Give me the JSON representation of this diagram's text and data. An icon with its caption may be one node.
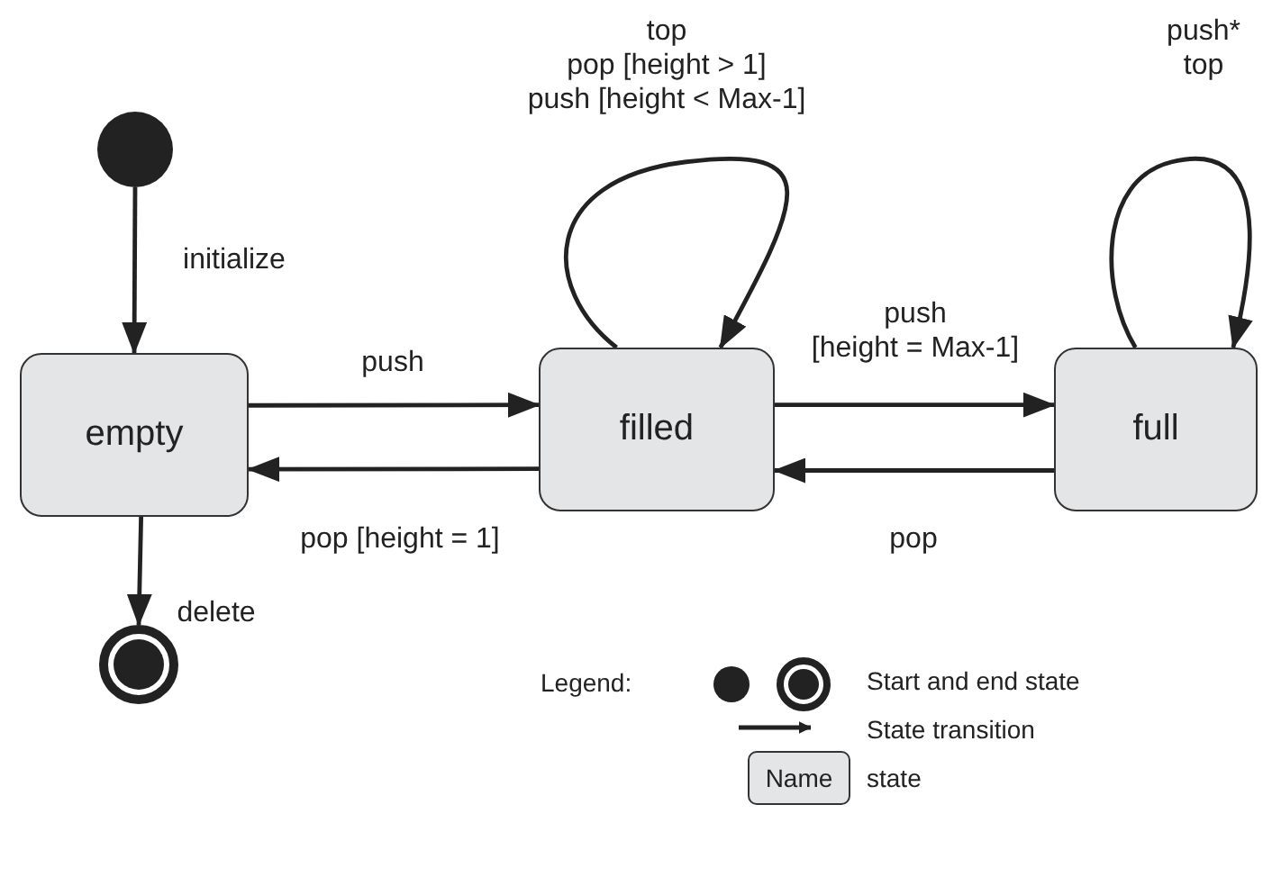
{
  "diagram": {
    "nodes": [
      {
        "text": [],
        "shape": "circle"
      },
      {
        "text": [
          "empty"
        ]
      },
      {
        "text": [
          "filled"
        ]
      },
      {
        "text": [
          "full"
        ]
      },
      {
        "text": [],
        "shape": "circle"
      },
      {
        "text": [
          "Name"
        ]
      }
    ],
    "edges": [
      {
        "from": 0,
        "to": 1,
        "arrow": "to",
        "label": "initialize"
      },
      {
        "from": 1,
        "to": 2,
        "arrow": "to",
        "label": "push"
      },
      {
        "from": 2,
        "to": 1,
        "arrow": "to",
        "label": "pop [height = 1]"
      },
      {
        "from": 2,
        "to": 2,
        "arrow": "to",
        "label": "top pop [height > 1] push [height < Max-1]"
      },
      {
        "from": 2,
        "to": 3,
        "arrow": "to",
        "label": "push [height = Max-1]"
      },
      {
        "from": 3,
        "to": 2,
        "arrow": "to",
        "label": "pop"
      },
      {
        "from": 3,
        "to": 3,
        "arrow": "to",
        "label": "push* top"
      },
      {
        "from": 1,
        "to": 4,
        "arrow": "to",
        "label": "delete"
      }
    ],
    "labels": [
      "Legend:"
    ],
    "legend": [
      {
        "text": "Start and end state"
      },
      {
        "text": "State transition"
      },
      {
        "text": "state"
      }
    ]
  }
}
